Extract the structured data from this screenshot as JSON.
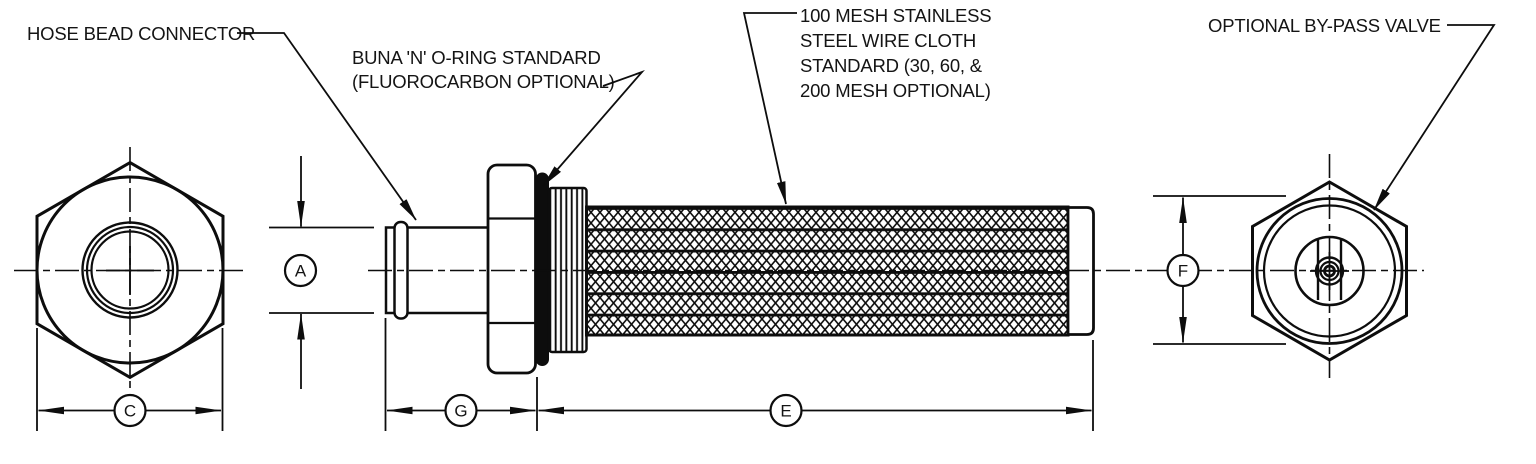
{
  "drawing": {
    "callouts": {
      "hose_bead": "HOSE BEAD CONNECTOR",
      "oring": [
        "BUNA 'N' O-RING STANDARD",
        "(FLUOROCARBON OPTIONAL)"
      ],
      "mesh": [
        "100 MESH STAINLESS",
        "STEEL WIRE CLOTH",
        "STANDARD (30, 60, &",
        "200 MESH OPTIONAL)"
      ],
      "bypass": "OPTIONAL BY-PASS VALVE"
    },
    "dimension_labels": {
      "a": "A",
      "c": "C",
      "e": "E",
      "f": "F",
      "g": "G"
    },
    "colors": {
      "line": "#0d0d0d",
      "background": "#ffffff"
    }
  }
}
